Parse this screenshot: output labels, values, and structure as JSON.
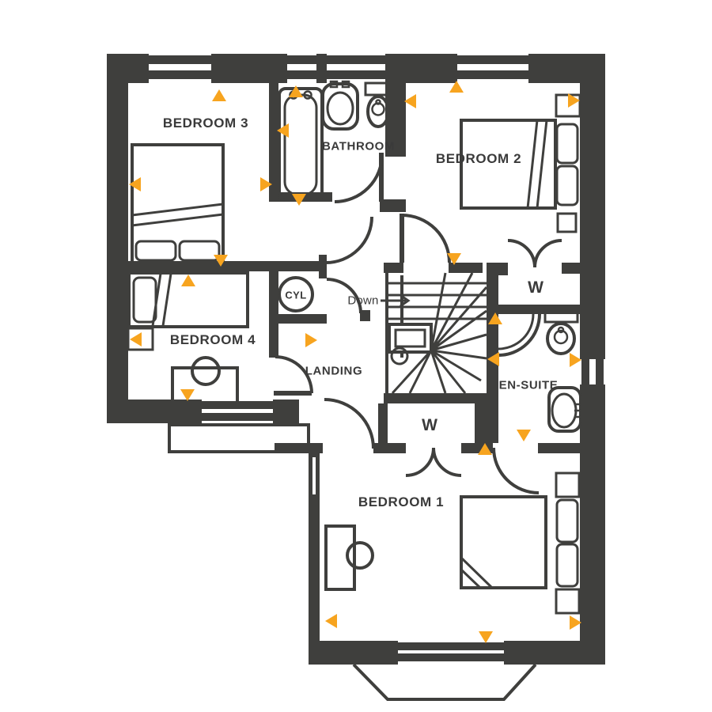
{
  "plan": {
    "colors": {
      "wall": "#3F3F3D",
      "accent": "#F7A41F",
      "text": "#3A3A3A",
      "bg": "#FFFFFF"
    },
    "labels": {
      "bedroom3": "BEDROOM 3",
      "bathroom": "BATHROOM",
      "bedroom2": "BEDROOM 2",
      "bedroom4": "BEDROOM 4",
      "landing": "LANDING",
      "ensuite": "EN-SUITE",
      "bedroom1": "BEDROOM 1",
      "cylinder": "CYL",
      "wardrobe_bedroom2": "W",
      "wardrobe_bedroom1": "W",
      "stairs_direction": "Down"
    }
  }
}
